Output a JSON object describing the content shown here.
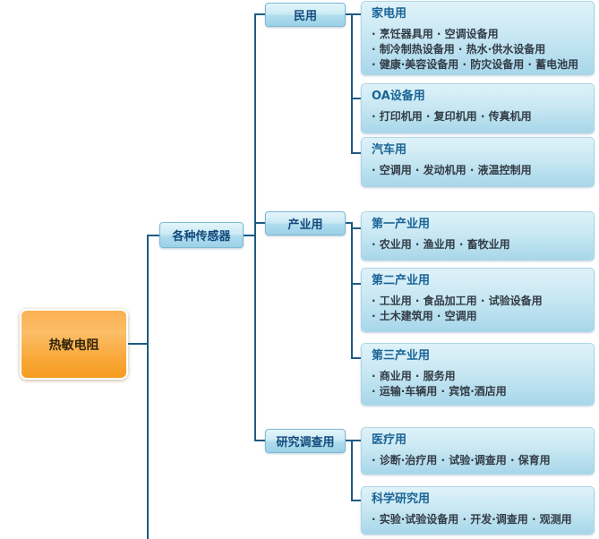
{
  "diagram": {
    "root": {
      "label": "热敏电阻"
    },
    "hub": {
      "label": "各种传感器"
    },
    "branches": [
      {
        "label": "民用",
        "children": [
          {
            "title": "家电用",
            "lines": [
              "· 烹饪器具用 · 空调设备用",
              "· 制冷制热设备用 · 热水·供水设备用",
              "· 健康·美容设备用 · 防灾设备用 · 蓄电池用"
            ]
          },
          {
            "title": "OA设备用",
            "lines": [
              "· 打印机用 · 复印机用 · 传真机用"
            ]
          },
          {
            "title": "汽车用",
            "lines": [
              "· 空调用 · 发动机用 · 液温控制用"
            ]
          }
        ]
      },
      {
        "label": "产业用",
        "children": [
          {
            "title": "第一产业用",
            "lines": [
              "· 农业用 · 渔业用 · 畜牧业用"
            ]
          },
          {
            "title": "第二产业用",
            "lines": [
              "· 工业用 · 食品加工用 · 试验设备用",
              "· 土木建筑用 · 空调用"
            ]
          },
          {
            "title": "第三产业用",
            "lines": [
              "· 商业用 · 服务用",
              "· 运输·车辆用 · 宾馆·酒店用"
            ]
          }
        ]
      },
      {
        "label": "研究调查用",
        "children": [
          {
            "title": "医疗用",
            "lines": [
              "· 诊断·治疗用 · 试验·调查用 · 保育用"
            ]
          },
          {
            "title": "科学研究用",
            "lines": [
              "· 实验·试验设备用 · 开发·调查用 · 观测用"
            ]
          }
        ]
      }
    ],
    "colors": {
      "connector_line": "#1C5B84",
      "root_fill_top": "#FCBE68",
      "root_fill_bottom": "#F59C20",
      "blue_node_fill_top": "#E4F5FA",
      "blue_node_fill_bottom": "#9BD1E7",
      "blue_node_border": "#7FB9D4",
      "child_title_color": "#1A6496",
      "child_text_color": "#333C46",
      "blue_label_color": "#124A7C"
    }
  }
}
